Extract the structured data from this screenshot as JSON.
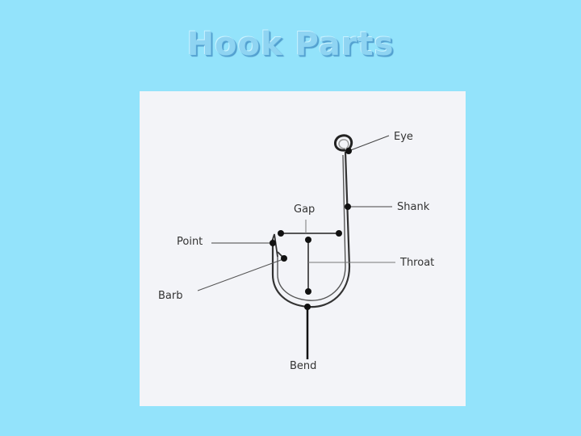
{
  "slide": {
    "title": "Hook Parts"
  },
  "diagram": {
    "labels": {
      "eye": "Eye",
      "shank": "Shank",
      "gap": "Gap",
      "point": "Point",
      "throat": "Throat",
      "barb": "Barb",
      "bend": "Bend"
    }
  },
  "colors": {
    "background": "#93e3fb",
    "panel": "#f3f4f8",
    "line": "#222222"
  }
}
